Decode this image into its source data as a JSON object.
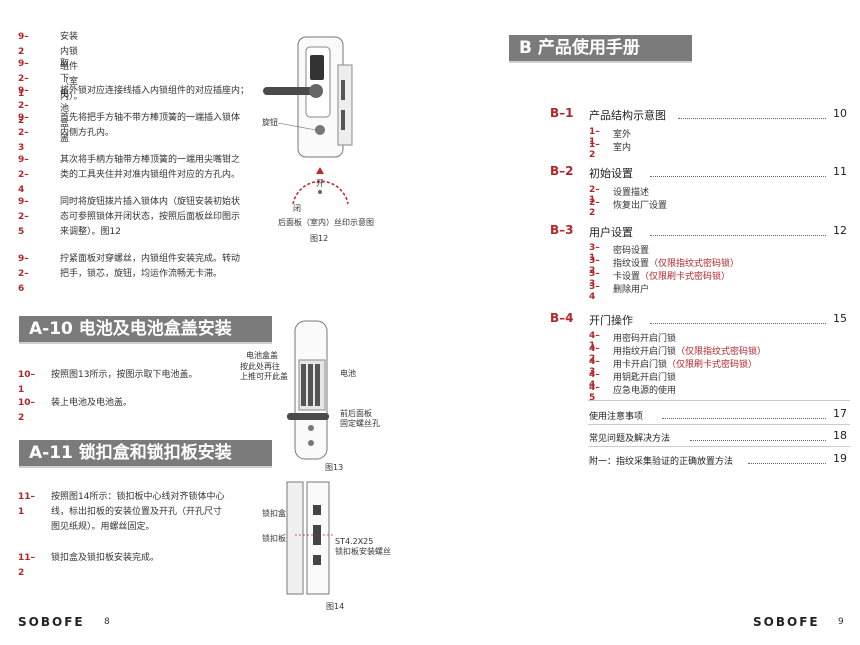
{
  "left": {
    "steps": [
      {
        "num": "9–2",
        "text": "安装内锁组件（室内）。"
      },
      {
        "num": "9–2–1",
        "text": "取下电池盒盖"
      },
      {
        "num": "9–2–2",
        "text": "将外锁对应连接线插入内锁组件的对应插座内；"
      },
      {
        "num": "9–2–3",
        "lines": [
          "首先将把手方轴不带方棒顶簧的一端插入锁体",
          "内侧方孔内。"
        ]
      },
      {
        "num": "9–2–4",
        "lines": [
          "其次将手柄方轴带方棒顶簧的一端用尖嘴钳之",
          "类的工具夹住并对准内锁组件对应的方孔内。"
        ]
      },
      {
        "num": "9–2–5",
        "lines": [
          "同时将旋钮拨片插入锁体内（旋钮安装初始状",
          "态可参照锁体开闭状态，按照后面板丝印图示",
          "来调整）。图12"
        ]
      },
      {
        "num": "9–2–6",
        "lines": [
          "拧紧面板对穿螺丝，内锁组件安装完成。转动",
          "把手，锁芯，旋钮，均运作流畅无卡滞。"
        ]
      }
    ],
    "fig12": {
      "knob_label": "旋钮",
      "open": "开",
      "close": "闭",
      "silk_caption": "后面板（室内）丝印示意图",
      "caption": "图12"
    },
    "sectionA10": {
      "title": "A-10   电池及电池盒盖安装"
    },
    "steps10": [
      {
        "num": "10–1",
        "text": "按照图13所示，按图示取下电池盖。"
      },
      {
        "num": "10–2",
        "text": "装上电池及电池盖。"
      }
    ],
    "fig13": {
      "cover": "电池盒盖",
      "push": [
        "按此处再往",
        "上推可开此盖"
      ],
      "battery": "电池",
      "screw": [
        "前后面板",
        "固定螺丝孔"
      ],
      "caption": "图13"
    },
    "sectionA11": {
      "title": "A-11   锁扣盒和锁扣板安装"
    },
    "steps11": [
      {
        "num": "11–1",
        "lines": [
          "按照图14所示：锁扣板中心线对齐锁体中心",
          "线，标出扣板的安装位置及开孔（开孔尺寸",
          "图见纸规）。用螺丝固定。"
        ]
      },
      {
        "num": "11–2",
        "text": "锁扣盒及锁扣板安装完成。"
      }
    ],
    "fig14": {
      "box": "锁扣盒",
      "plate": "锁扣板",
      "screw": [
        "ST4.2X25",
        "锁扣板安装螺丝"
      ],
      "caption": "图14"
    },
    "brand": "SOBOFE",
    "page_no": "8"
  },
  "right": {
    "banner": "B   产品使用手册",
    "sections": [
      {
        "code": "B–1",
        "title": "产品结构示意图",
        "page": "10",
        "subs": [
          {
            "c": "1–1",
            "t": "室外"
          },
          {
            "c": "1–2",
            "t": "室内"
          }
        ]
      },
      {
        "code": "B–2",
        "title": "初始设置",
        "page": "11",
        "subs": [
          {
            "c": "2–1",
            "t": "设置描述"
          },
          {
            "c": "2–2",
            "t": "恢复出厂设置"
          }
        ]
      },
      {
        "code": "B–3",
        "title": "用户设置",
        "page": "12",
        "subs": [
          {
            "c": "3–1",
            "t": "密码设置"
          },
          {
            "c": "3–2",
            "t": "指纹设置",
            "note": "（仅限指纹式密码锁）"
          },
          {
            "c": "3–3",
            "t": "卡设置",
            "note": "（仅限刷卡式密码锁）"
          },
          {
            "c": "3–4",
            "t": "删除用户"
          }
        ]
      },
      {
        "code": "B–4",
        "title": "开门操作",
        "page": "15",
        "subs": [
          {
            "c": "4–1",
            "t": "用密码开启门锁"
          },
          {
            "c": "4–2",
            "t": "用指纹开启门锁",
            "note": "（仅限指纹式密码锁）"
          },
          {
            "c": "4–3",
            "t": "用卡开启门锁",
            "note": "（仅限刷卡式密码锁）"
          },
          {
            "c": "4–4",
            "t": "用钥匙开启门锁"
          },
          {
            "c": "4–5",
            "t": "应急电源的使用"
          }
        ]
      }
    ],
    "misc": [
      {
        "title": "使用注意事项",
        "page": "17"
      },
      {
        "title": "常见问题及解决方法",
        "page": "18"
      },
      {
        "title": "附一：指纹采集验证的正确放置方法",
        "page": "19"
      }
    ],
    "brand": "SOBOFE",
    "page_no": "9"
  }
}
